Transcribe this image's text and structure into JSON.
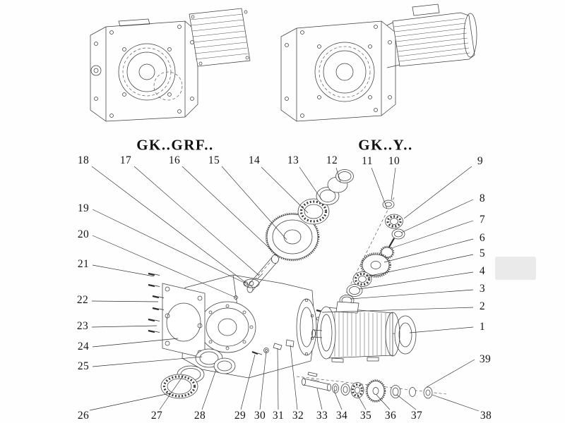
{
  "variant_labels": {
    "left": "GK..GRF..",
    "right": "GK..Y.."
  },
  "callouts": {
    "top": [
      "18",
      "17",
      "16",
      "15",
      "14",
      "13",
      "12",
      "11",
      "10",
      "9"
    ],
    "right_side": [
      "8",
      "7",
      "6",
      "5",
      "4",
      "3",
      "2",
      "1",
      "39"
    ],
    "left_side": [
      "19",
      "20",
      "21",
      "22",
      "23",
      "24",
      "25"
    ],
    "bottom": [
      "26",
      "27",
      "28",
      "29",
      "30",
      "31",
      "32",
      "33",
      "34",
      "35",
      "36",
      "37",
      "38"
    ]
  },
  "colors": {
    "line": "#3c3c3c",
    "text": "#141414",
    "background": "#ffffff"
  }
}
